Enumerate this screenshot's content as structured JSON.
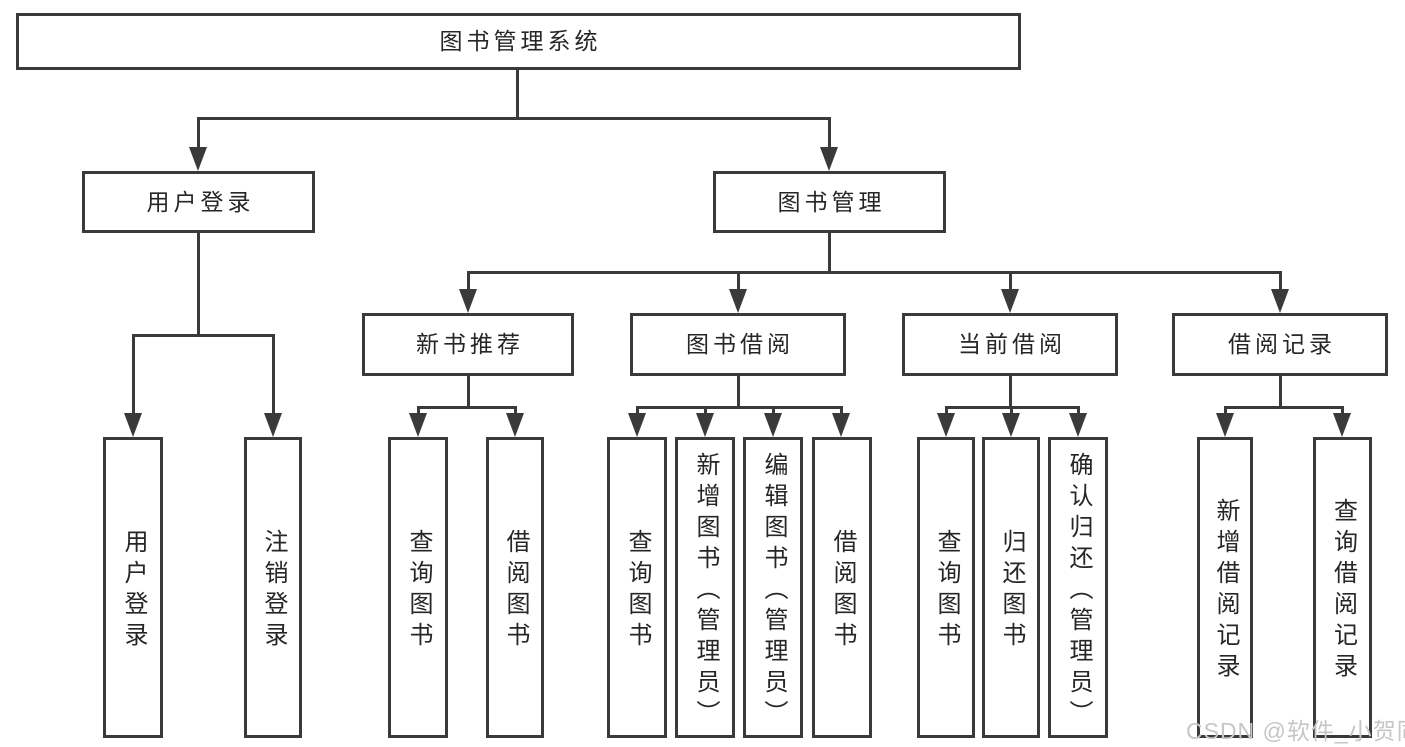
{
  "diagram": {
    "root": {
      "label": "图书管理系统"
    },
    "level2": [
      {
        "key": "user-login",
        "label": "用户登录"
      },
      {
        "key": "book-management",
        "label": "图书管理"
      }
    ],
    "level3": [
      {
        "key": "new-book-recommend",
        "label": "新书推荐"
      },
      {
        "key": "book-borrow",
        "label": "图书借阅"
      },
      {
        "key": "current-borrow",
        "label": "当前借阅"
      },
      {
        "key": "borrow-records",
        "label": "借阅记录"
      }
    ],
    "leaves": {
      "user_login": [
        {
          "label": "用户登录"
        },
        {
          "label": "注销登录"
        }
      ],
      "new_book": [
        {
          "label": "查询图书"
        },
        {
          "label": "借阅图书"
        }
      ],
      "book_borrow": [
        {
          "label": "查询图书"
        },
        {
          "label": "新增图书（管理员）"
        },
        {
          "label": "编辑图书（管理员）"
        },
        {
          "label": "借阅图书"
        }
      ],
      "current_borrow": [
        {
          "label": "查询图书"
        },
        {
          "label": "归还图书"
        },
        {
          "label": "确认归还（管理员）"
        }
      ],
      "borrow_records": [
        {
          "label": "新增借阅记录"
        },
        {
          "label": "查询借阅记录"
        }
      ]
    }
  },
  "watermark": {
    "text": "CSDN @软件_小贺同学",
    "color": "#c6c6c6"
  },
  "colors": {
    "line": "#3a3a3a",
    "border": "#343434",
    "text": "#262626",
    "background": "#ffffff"
  }
}
